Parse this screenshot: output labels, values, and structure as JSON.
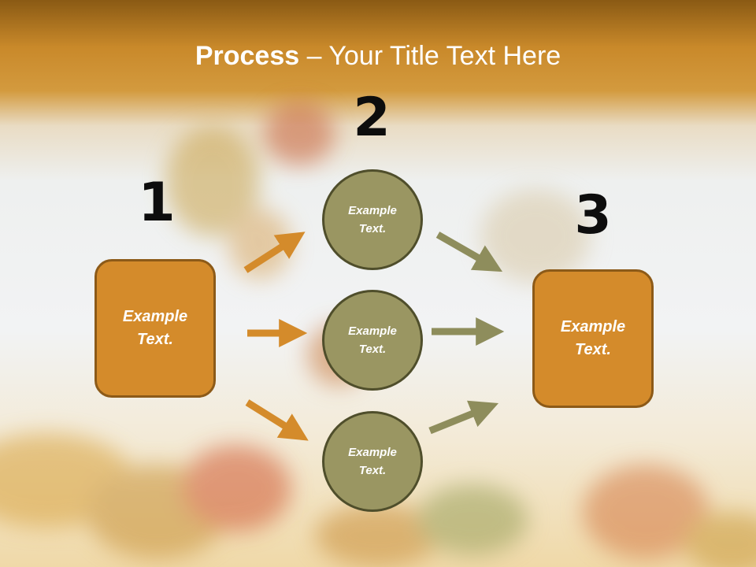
{
  "title": {
    "bold": "Process",
    "rest": " – Your Title Text Here"
  },
  "steps": [
    {
      "number": "1",
      "box_text": "Example Text."
    },
    {
      "number": "2",
      "circles": [
        "Example Text.",
        "Example Text.",
        "Example Text."
      ]
    },
    {
      "number": "3",
      "box_text": "Example Text."
    }
  ],
  "colors": {
    "box_fill": "#d48b2b",
    "box_border": "#8c5a18",
    "circle_fill": "#9a9662",
    "circle_border": "#4f4e2b",
    "arrow_orange": "#d48b2b",
    "arrow_olive": "#8e8d5c"
  }
}
